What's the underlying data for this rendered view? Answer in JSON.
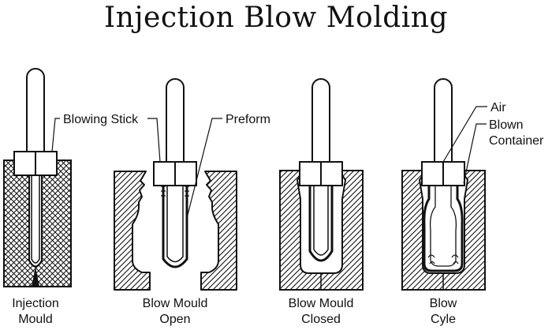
{
  "title": "Injection Blow Molding",
  "callouts": {
    "blowing_stick": "Blowing Stick",
    "preform": "Preform",
    "air": "Air",
    "blown_container_line1": "Blown",
    "blown_container_line2": "Container"
  },
  "stages": [
    {
      "line1": "Injection",
      "line2": "Mould"
    },
    {
      "line1": "Blow Mould",
      "line2": "Open"
    },
    {
      "line1": "Blow Mould",
      "line2": "Closed"
    },
    {
      "line1": "Blow",
      "line2": "Cyle"
    }
  ]
}
